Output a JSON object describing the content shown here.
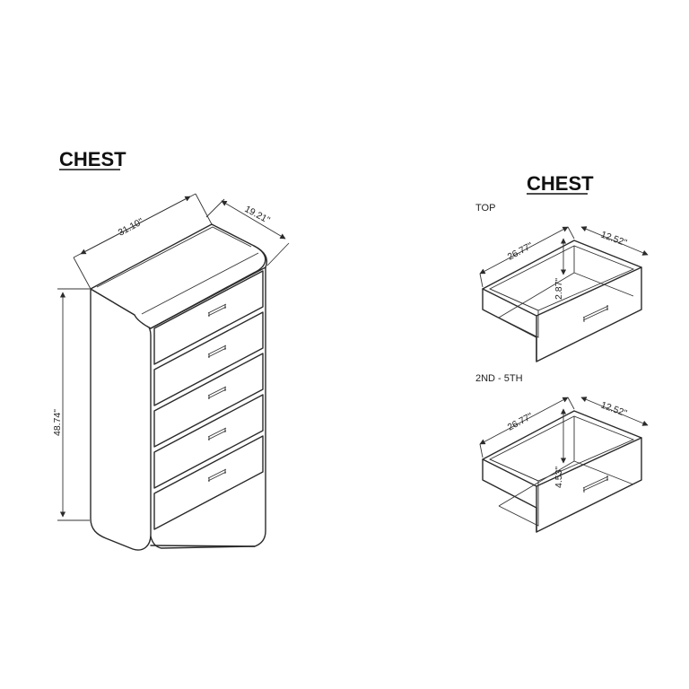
{
  "left_view": {
    "title": "CHEST",
    "dimensions": {
      "width": "31.10\"",
      "depth": "19.21\"",
      "height": "48.74\""
    },
    "drawer_count": 5
  },
  "right_view": {
    "title": "CHEST",
    "top_drawer": {
      "label": "TOP",
      "width": "26.77\"",
      "depth": "12.52\"",
      "height": "2.87\""
    },
    "lower_drawers": {
      "label": "2ND - 5TH",
      "width": "26.77\"",
      "depth": "12.52\"",
      "height": "4.53\""
    }
  }
}
